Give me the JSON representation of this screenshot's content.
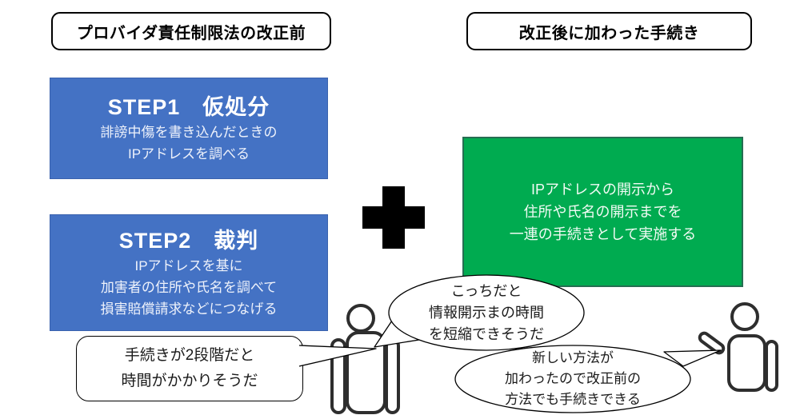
{
  "header": {
    "before_label": "プロバイダ責任制限法の改正前",
    "after_label": "改正後に加わった手続き"
  },
  "before_flow": {
    "step1": {
      "title": "STEP1　仮処分",
      "lines": [
        "誹謗中傷を書き込んだときの",
        "IPアドレスを調べる"
      ]
    },
    "step2": {
      "title": "STEP2　裁判",
      "lines": [
        "IPアドレスを基に",
        "加害者の住所や氏名を調べて",
        "損害賠償請求などにつなげる"
      ]
    }
  },
  "after_flow": {
    "result": {
      "lines": [
        "IPアドレスの開示から",
        "住所や氏名の開示までを",
        "一連の手続きとして実施する"
      ]
    }
  },
  "speech_bubbles": {
    "left_person_rect": {
      "lines": [
        "手続きが2段階だと",
        "時間がかかりそうだ"
      ]
    },
    "left_person_ellipse": {
      "lines": [
        "こっちだと",
        "情報開示まの時間",
        "を短縮できそうだ"
      ]
    },
    "right_person_ellipse": {
      "lines": [
        "新しい方法が",
        "加わったので改正前の",
        "方法でも手続きできる"
      ]
    }
  },
  "icons": {
    "plus": "plus-icon",
    "person_left": "person-outline-icon",
    "person_right": "person-pointing-icon"
  },
  "colors": {
    "step_blue": "#4472c4",
    "result_green": "#00ab50"
  }
}
